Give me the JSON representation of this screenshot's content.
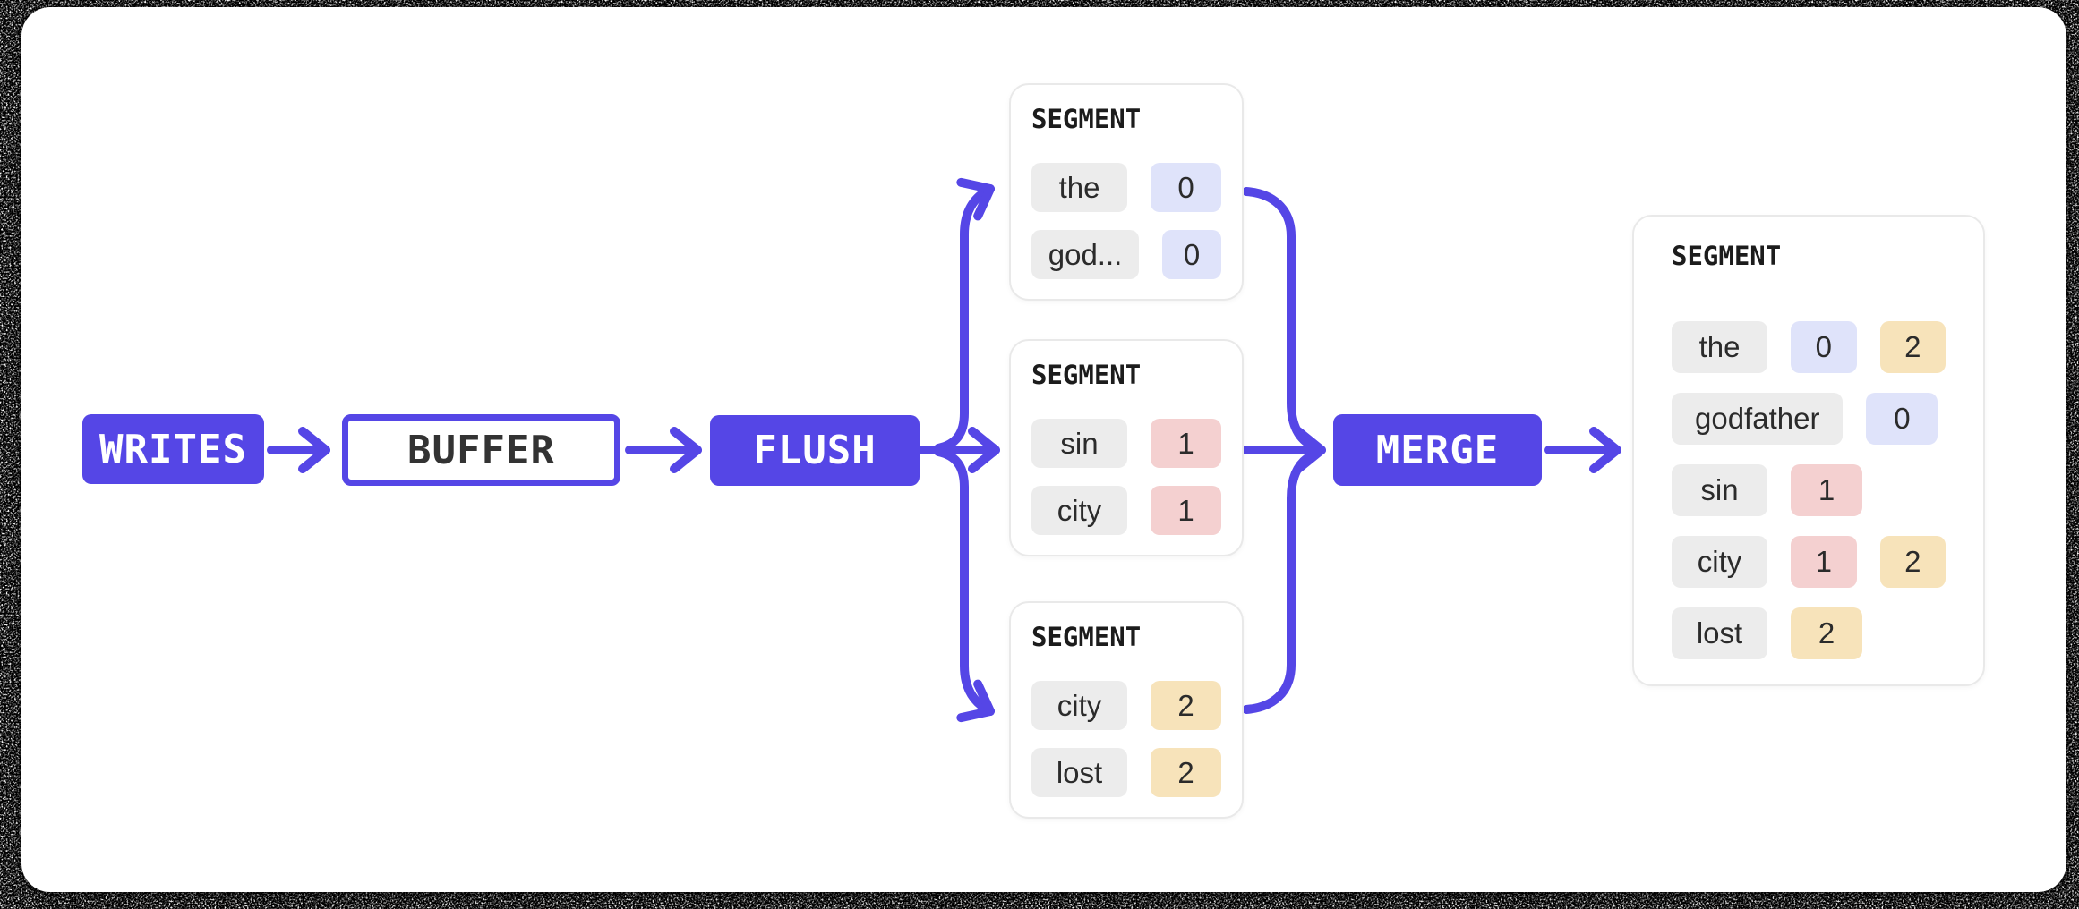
{
  "colors": {
    "accent": "#5546e6",
    "term_bg": "#ececec",
    "doc_blue": "#dfe3fa",
    "doc_pink": "#f4d0d0",
    "doc_yellow": "#f7e3ba",
    "card_border": "#e9e9e9",
    "board_bg": "#ffffff"
  },
  "nodes": {
    "writes": {
      "label": "WRITES"
    },
    "buffer": {
      "label": "BUFFER"
    },
    "flush": {
      "label": "FLUSH"
    },
    "merge": {
      "label": "MERGE"
    }
  },
  "segments": [
    {
      "title": "SEGMENT",
      "rows": [
        {
          "term": "the",
          "docs": [
            {
              "value": "0",
              "color": "doc_blue"
            }
          ]
        },
        {
          "term": "god...",
          "docs": [
            {
              "value": "0",
              "color": "doc_blue"
            }
          ]
        }
      ]
    },
    {
      "title": "SEGMENT",
      "rows": [
        {
          "term": "sin",
          "docs": [
            {
              "value": "1",
              "color": "doc_pink"
            }
          ]
        },
        {
          "term": "city",
          "docs": [
            {
              "value": "1",
              "color": "doc_pink"
            }
          ]
        }
      ]
    },
    {
      "title": "SEGMENT",
      "rows": [
        {
          "term": "city",
          "docs": [
            {
              "value": "2",
              "color": "doc_yellow"
            }
          ]
        },
        {
          "term": "lost",
          "docs": [
            {
              "value": "2",
              "color": "doc_yellow"
            }
          ]
        }
      ]
    }
  ],
  "merged_segment": {
    "title": "SEGMENT",
    "rows": [
      {
        "term": "the",
        "docs": [
          {
            "value": "0",
            "color": "doc_blue"
          },
          {
            "value": "2",
            "color": "doc_yellow"
          }
        ]
      },
      {
        "term": "godfather",
        "docs": [
          {
            "value": "0",
            "color": "doc_blue"
          }
        ]
      },
      {
        "term": "sin",
        "docs": [
          {
            "value": "1",
            "color": "doc_pink"
          }
        ]
      },
      {
        "term": "city",
        "docs": [
          {
            "value": "1",
            "color": "doc_pink"
          },
          {
            "value": "2",
            "color": "doc_yellow"
          }
        ]
      },
      {
        "term": "lost",
        "docs": [
          {
            "value": "2",
            "color": "doc_yellow"
          }
        ]
      }
    ]
  }
}
